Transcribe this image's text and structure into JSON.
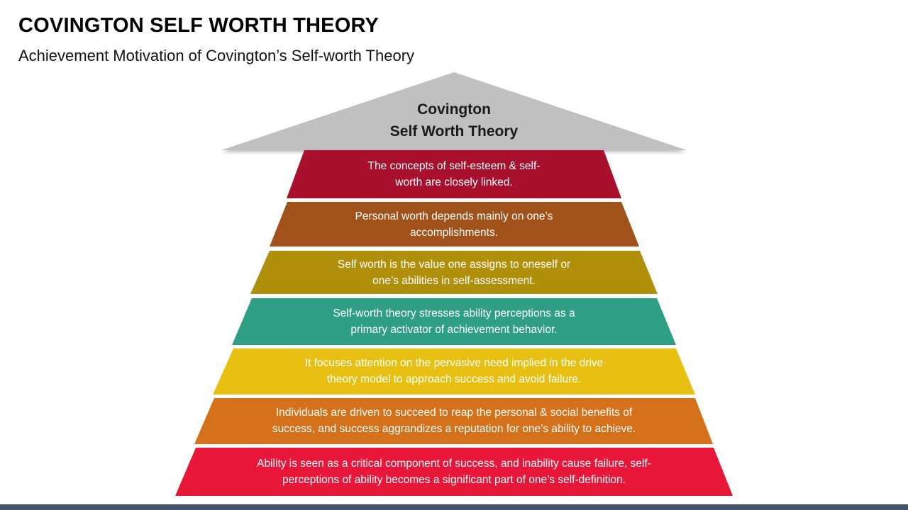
{
  "header": {
    "title": "COVINGTON SELF WORTH THEORY",
    "subtitle": "Achievement Motivation of Covington’s Self-worth Theory"
  },
  "diagram": {
    "type": "pyramid",
    "roof": {
      "line1": "Covington",
      "line2": "Self Worth Theory",
      "color": "#C0C0C0"
    },
    "tiers": [
      {
        "line1": "The concepts of self-esteem & self-",
        "line2": "worth are closely linked.",
        "color": "#A8102E"
      },
      {
        "line1": "Personal worth depends mainly on one’s",
        "line2": "accomplishments.",
        "color": "#A0521A"
      },
      {
        "line1": "Self worth is the value one assigns to oneself or",
        "line2": "one’s abilities in self-assessment.",
        "color": "#B08F0B"
      },
      {
        "line1": "Self-worth theory stresses ability perceptions as a",
        "line2": "primary activator of achievement behavior.",
        "color": "#2E9E85"
      },
      {
        "line1": "It focuses attention on the pervasive need implied in the drive",
        "line2": "theory model to approach success and avoid failure.",
        "color": "#E8C012"
      },
      {
        "line1": "Individuals are driven to succeed to reap the personal & social benefits of",
        "line2": "success, and success aggrandizes a reputation for one’s ability to achieve.",
        "color": "#D4711A"
      },
      {
        "line1": "Ability is seen as a critical component of success, and inability cause failure, self-",
        "line2": "perceptions of ability becomes a significant part of one’s self-definition.",
        "color": "#E8173A"
      }
    ]
  },
  "footer": {
    "bar_color": "#44546A"
  }
}
